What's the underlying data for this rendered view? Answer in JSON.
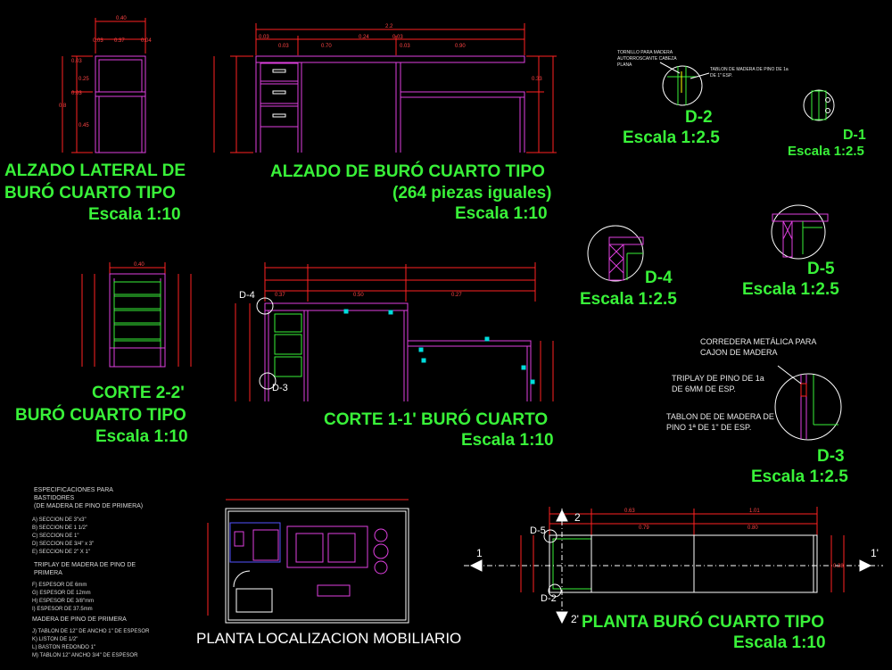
{
  "titles": {
    "lateral_1": "ALZADO LATERAL DE",
    "lateral_2": "BURÓ CUARTO TIPO",
    "lateral_3": "Escala 1:10",
    "alzado_1": "ALZADO DE BURÓ  CUARTO TIPO",
    "alzado_2": "(264 piezas iguales)",
    "alzado_3": "Escala 1:10",
    "d2_label": "D-2",
    "d2_scale": "Escala 1:2.5",
    "d1_label": "D-1",
    "d1_scale": "Escala 1:2.5",
    "d4_label": "D-4",
    "d4_scale": "Escala 1:2.5",
    "d5_label": "D-5",
    "d5_scale": "Escala 1:2.5",
    "corte22_1": "CORTE 2-2'",
    "corte22_2": "BURÓ CUARTO TIPO",
    "corte22_3": "Escala 1:10",
    "corte11_1": "CORTE 1-1' BURÓ  CUARTO",
    "corte11_2": "Escala 1:10",
    "d3_label": "D-3",
    "d3_scale": "Escala 1:2.5",
    "planta_loc": "PLANTA LOCALIZACION MOBILIARIO",
    "planta_buro_1": "PLANTA BURÓ CUARTO TIPO",
    "planta_buro_2": "Escala 1:10"
  },
  "notes": {
    "d2_n1": "TORNILLO PARA MADERA",
    "d2_n2": "AUTORROSCANTE CABEZA",
    "d2_n3": "PLANA",
    "d2_n4": "TABLON DE MADERA DE PINO DE 1a",
    "d2_n5": "DE 1\" ESP.",
    "d3_n1": "CORREDERA METÁLICA PARA",
    "d3_n2": "CAJON DE MADERA",
    "d3_n3": "TRIPLAY DE PINO DE 1a",
    "d3_n4": "DE 6MM DE ESP.",
    "d3_n5": "TABLON DE  DE MADERA DE",
    "d3_n6": "PINO 1ª DE 1\" DE ESP."
  },
  "callouts": {
    "c_d4": "D-4",
    "c_d3": "D-3",
    "c_d5": "D-5",
    "c_d2": "D-2",
    "sec_1": "1",
    "sec_1p": "1'",
    "sec_2": "2",
    "sec_2p": "2'"
  },
  "specs": {
    "h1": "ESPECIFICACIONES PARA",
    "h2": "BASTIDORES",
    "h3": "(DE MADERA DE PINO DE PRIMERA)",
    "a": "A) SECCION DE 3\"x3\"",
    "b": "B) SECCION DE 1 1/2\"",
    "c": "C) SECCION DE 1\"",
    "d": "D) SECCION DE 3/4\" x 3\"",
    "e": "E) SECCION DE 2\" X 1\"",
    "h4": "TRIPLAY DE MADERA DE PINO DE",
    "h5": "PRIMERA",
    "f": "F) ESPESOR DE 6mm",
    "g": "G) ESPESOR DE 12mm",
    "hh": "H) ESPESOR DE 3/8\"mm",
    "i": "I) ESPESOR DE 37.5mm",
    "h6": "MADERA DE PINO DE PRIMERA",
    "j": "J) TABLON DE 12\" DE ANCHO 1\" DE ESPESOR",
    "k": "K) LISTON DE 1/2\"",
    "l": "L) BASTON REDONDO 1\"",
    "m": "M) TABLON 12\" ANCHO 3/4\" DE ESPESOR"
  },
  "dims": {
    "lat_top": "0.40",
    "lat_sub1": "0.03",
    "lat_sub2": "0.37",
    "lat_sub3": "0.04",
    "lat_v1": "0.03",
    "lat_v2": "0.25",
    "lat_v3": "0.03",
    "lat_v4": "0.45",
    "lat_total": "0.8",
    "alz_total": "2.2",
    "alz_a": "0.03",
    "alz_b": "0.24",
    "alz_c": "0.03",
    "alz_d": "0.70",
    "alz_e": "0.03",
    "alz_f": "0.90",
    "alz_g": "0.03",
    "alz_h": "0.33",
    "corte22_top": "0.40",
    "corte11_a": "0.37",
    "corte11_b": "0.50",
    "corte11_c": "0.27",
    "planta_a": "0.63",
    "planta_b": "1.01",
    "planta_c": "0.79",
    "planta_d": "0.80",
    "planta_v": "0.38"
  }
}
